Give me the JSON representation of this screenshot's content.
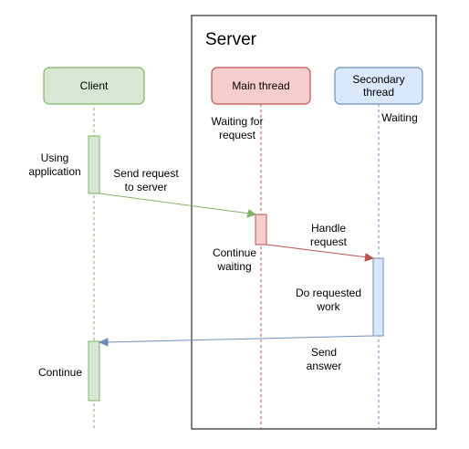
{
  "server": {
    "title": "Server"
  },
  "participants": {
    "client": {
      "label": "Client",
      "fill": "#d5e8d4",
      "stroke": "#82b366"
    },
    "main": {
      "label": "Main thread",
      "fill": "#f8cecc",
      "stroke": "#b85450"
    },
    "secondary": {
      "label": "Secondary\nthread",
      "fill": "#dae8fc",
      "stroke": "#6c8ebf"
    }
  },
  "notes": {
    "using_application": "Using\napplication",
    "waiting_for_request": "Waiting for\nrequest",
    "waiting": "Waiting",
    "continue_waiting": "Continue\nwaiting",
    "do_requested_work": "Do requested\nwork",
    "continue": "Continue"
  },
  "messages": {
    "send_request": "Send request\nto server",
    "handle_request": "Handle\nrequest",
    "send_answer": "Send\nanswer"
  },
  "colors": {
    "client_line": "#82b366",
    "main_line": "#b85450",
    "secondary_line": "#6c8ebf",
    "frame": "#000000"
  }
}
